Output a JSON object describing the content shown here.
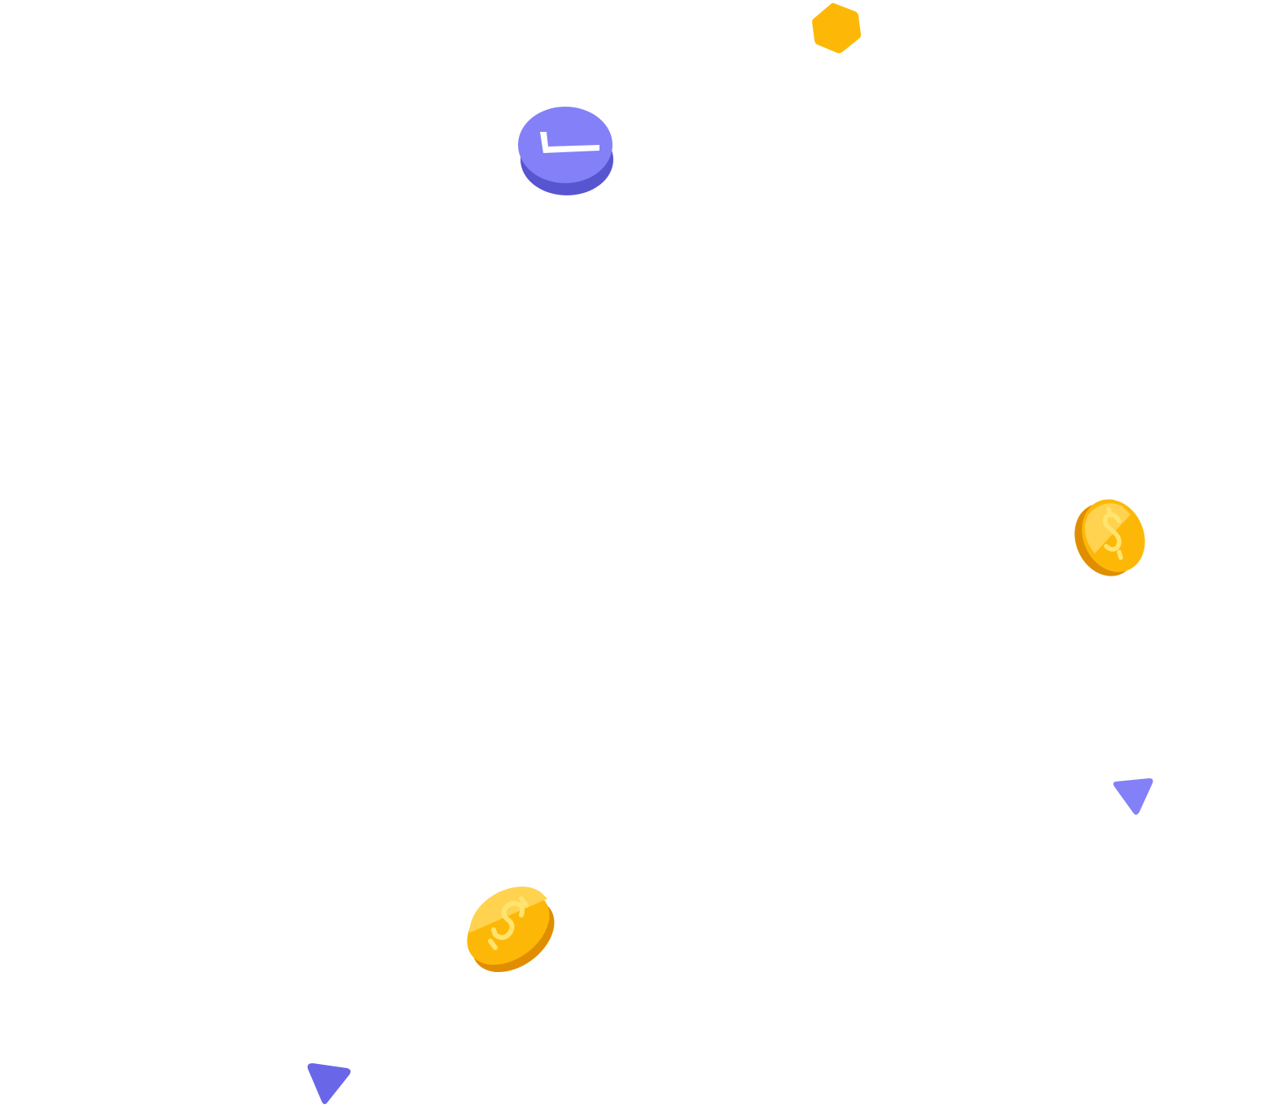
{
  "shapes": [
    {
      "name": "hexagon",
      "icon": "hexagon-icon",
      "color": "#FDB807"
    },
    {
      "name": "clock",
      "icon": "clock-icon",
      "colors": {
        "face": "#8380F8",
        "edge": "#5755CF",
        "hands": "#FFFFFF"
      }
    },
    {
      "name": "coin-right",
      "icon": "dollar-coin-icon",
      "colors": {
        "face": "#FDB807",
        "highlight": "#FFD24F",
        "edge": "#E08E00",
        "symbol": "#FFE46E"
      }
    },
    {
      "name": "coin-left",
      "icon": "dollar-coin-icon",
      "colors": {
        "face": "#FDB807",
        "highlight": "#FFD24F",
        "edge": "#E08E00",
        "symbol": "#FFE46E"
      }
    },
    {
      "name": "triangle-right",
      "icon": "triangle-icon",
      "color": "#8380F8"
    },
    {
      "name": "triangle-left",
      "icon": "triangle-icon",
      "color": "#6966E8"
    }
  ]
}
